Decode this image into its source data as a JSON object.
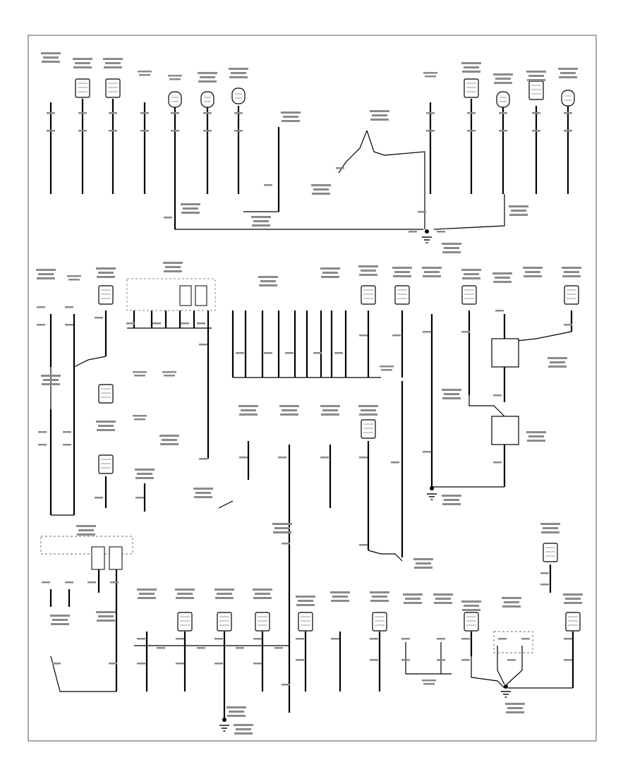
{
  "diagram": {
    "footer_code": "",
    "ground_points": [
      {
        "id": "g-top",
        "label": ""
      },
      {
        "id": "g-mid-right",
        "label": ""
      },
      {
        "id": "g-bottom-left",
        "label": ""
      },
      {
        "id": "g-bottom-right",
        "label": ""
      }
    ],
    "wire_color": "#000000",
    "label_color": "#7a7a7a",
    "component_fill": "#ffffff"
  }
}
